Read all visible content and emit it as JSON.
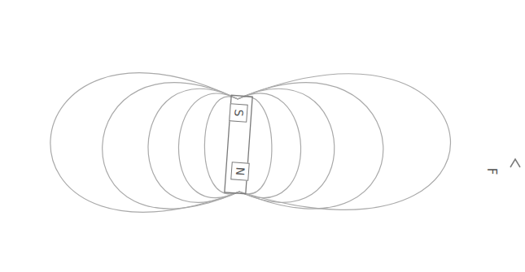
{
  "diagram": {
    "nodes": [
      {
        "text": [
          "S"
        ]
      },
      {
        "text": [
          "N"
        ]
      }
    ],
    "labels": [
      "F"
    ]
  }
}
